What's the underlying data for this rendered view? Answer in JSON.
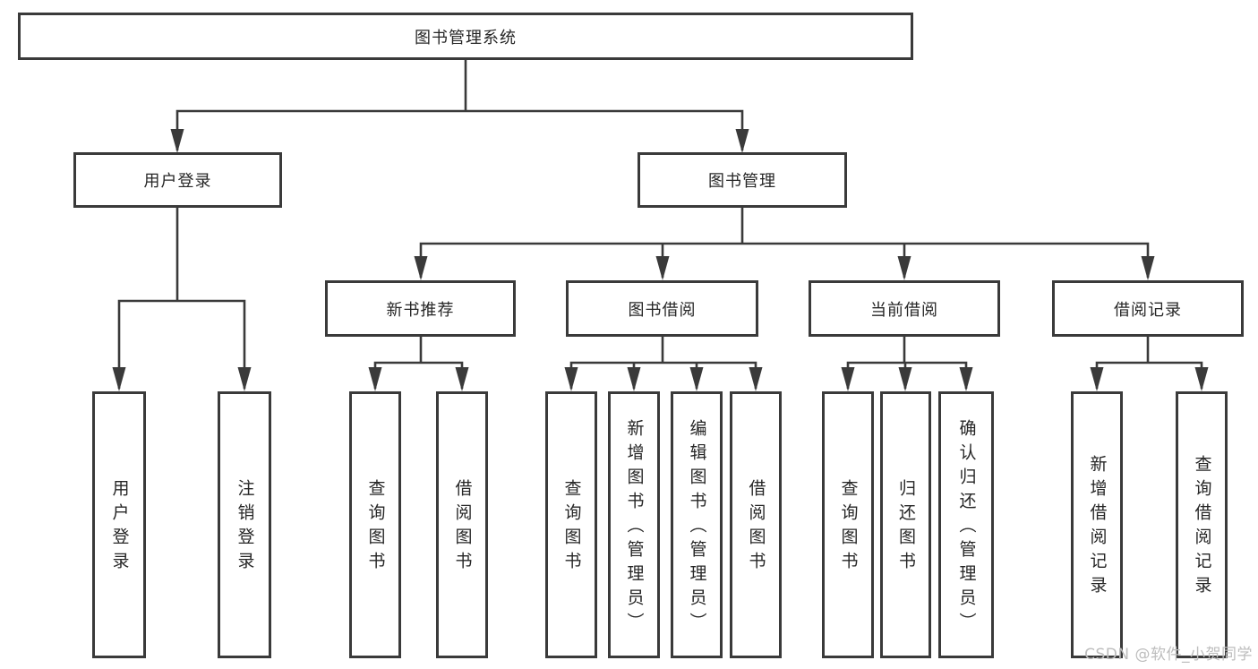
{
  "diagram": {
    "type": "hierarchy-tree",
    "colors": {
      "line": "#3a3a3a",
      "box_border": "#3a3a3a",
      "box_background": "#ffffff",
      "text": "#262626",
      "watermark": "#bdbdbd"
    },
    "tree": {
      "label": "图书管理系统",
      "children": [
        {
          "label": "用户登录",
          "children": [
            {
              "label": "用户登录"
            },
            {
              "label": "注销登录"
            }
          ]
        },
        {
          "label": "图书管理",
          "children": [
            {
              "label": "新书推荐",
              "children": [
                {
                  "label": "查询图书"
                },
                {
                  "label": "借阅图书"
                }
              ]
            },
            {
              "label": "图书借阅",
              "children": [
                {
                  "label": "查询图书"
                },
                {
                  "label": "新增图书（管理员）"
                },
                {
                  "label": "编辑图书（管理员）"
                },
                {
                  "label": "借阅图书"
                }
              ]
            },
            {
              "label": "当前借阅",
              "children": [
                {
                  "label": "查询图书"
                },
                {
                  "label": "归还图书"
                },
                {
                  "label": "确认归还（管理员）"
                }
              ]
            },
            {
              "label": "借阅记录",
              "children": [
                {
                  "label": "新增借阅记录"
                },
                {
                  "label": "查询借阅记录"
                }
              ]
            }
          ]
        }
      ]
    },
    "watermark": {
      "text": "CSDN @软件_小贺同学"
    }
  }
}
